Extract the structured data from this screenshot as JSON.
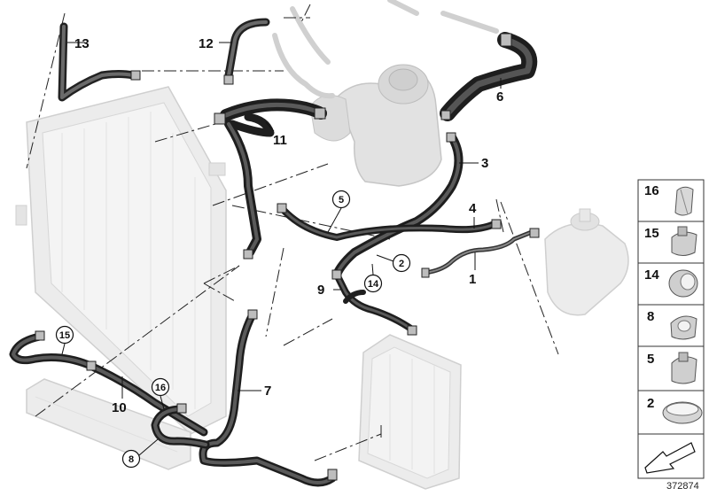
{
  "diagram": {
    "part_labels": {
      "p1": "1",
      "p3": "3",
      "p4": "4",
      "p7": "7",
      "p9": "9",
      "p10": "10",
      "p11": "11",
      "p12": "12",
      "p13": "13",
      "p6": "6"
    },
    "circled_labels": {
      "c5": "5",
      "c2": "2",
      "c14": "14",
      "c15": "15",
      "c16": "16",
      "c8": "8"
    },
    "legend": {
      "items": [
        "16",
        "15",
        "14",
        "8",
        "5",
        "2"
      ]
    },
    "document_number": "372874"
  }
}
